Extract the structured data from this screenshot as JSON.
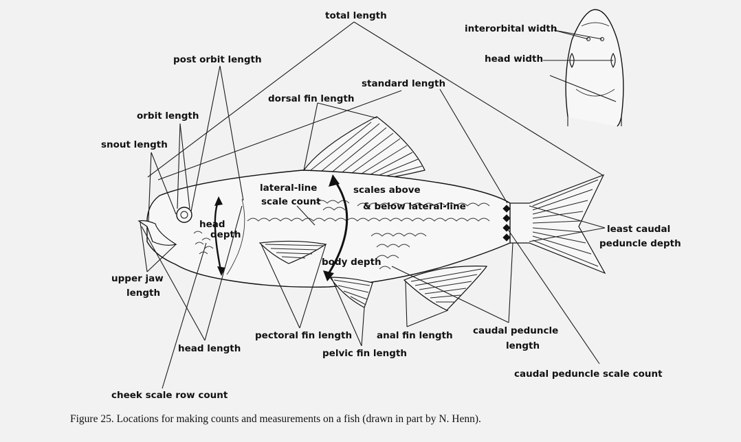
{
  "labels": {
    "total_length": "total length",
    "post_orbit_length": "post orbit length",
    "interorbital_width": "interorbital width",
    "head_width": "head width",
    "standard_length": "standard length",
    "dorsal_fin_length": "dorsal fin length",
    "orbit_length": "orbit length",
    "snout_length": "snout length",
    "lateral_line_scale_count_1": "lateral-line",
    "lateral_line_scale_count_2": "scale count",
    "scales_above_below_1": "scales above",
    "scales_above_below_2": "& below lateral-line",
    "head_depth_1": "head",
    "head_depth_2": "depth",
    "least_caudal_1": "least caudal",
    "least_caudal_2": "peduncle depth",
    "body_depth": "body depth",
    "upper_jaw_1": "upper jaw",
    "upper_jaw_2": "length",
    "pectoral_fin_length": "pectoral fin length",
    "anal_fin_length": "anal fin length",
    "caudal_peduncle_length_1": "caudal peduncle",
    "caudal_peduncle_length_2": "length",
    "pelvic_fin_length": "pelvic fin length",
    "head_length": "head length",
    "caudal_peduncle_scale_count": "caudal peduncle scale count",
    "cheek_scale_row_count": "cheek scale row count"
  },
  "caption": "Figure 25. Locations for making counts and measurements on a fish (drawn in part by N. Henn)."
}
